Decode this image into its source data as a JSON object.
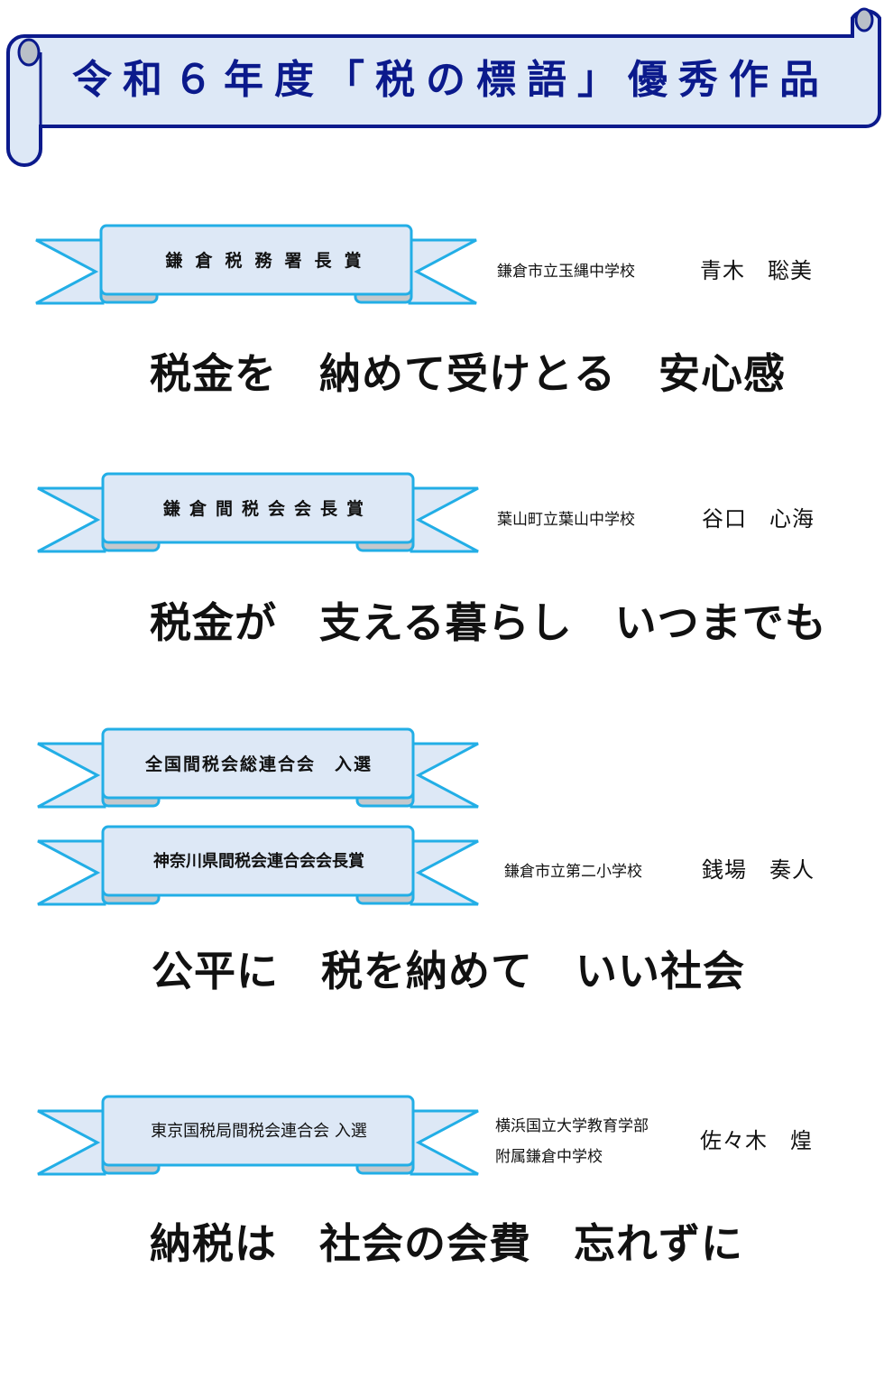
{
  "title": "令和６年度「税の標語」優秀作品",
  "colors": {
    "title_text": "#0b1a8c",
    "scroll_fill": "#dde8f6",
    "scroll_border": "#0b1a8c",
    "ribbon_border": "#22aee6",
    "ribbon_fill": "#dde8f6"
  },
  "awards": [
    {
      "ribbons": [
        "鎌倉税務署長賞"
      ],
      "school": "鎌倉市立玉縄中学校",
      "name": "青木　聡美",
      "slogan": "税金を　納めて受けとる　安心感"
    },
    {
      "ribbons": [
        "鎌倉間税会会長賞"
      ],
      "school": "葉山町立葉山中学校",
      "name": "谷口　心海",
      "slogan": "税金が　支える暮らし　いつまでも"
    },
    {
      "ribbons": [
        "全国間税会総連合会　入選",
        "神奈川県間税会連合会会長賞"
      ],
      "school": "鎌倉市立第二小学校",
      "name": "銭場　奏人",
      "slogan": "公平に　税を納めて　いい社会"
    },
    {
      "ribbons": [
        "東京国税局間税会連合会 入選"
      ],
      "school_lines": [
        "横浜国立大学教育学部",
        "附属鎌倉中学校"
      ],
      "name": "佐々木　煌",
      "slogan": "納税は　社会の会費　忘れずに"
    }
  ]
}
